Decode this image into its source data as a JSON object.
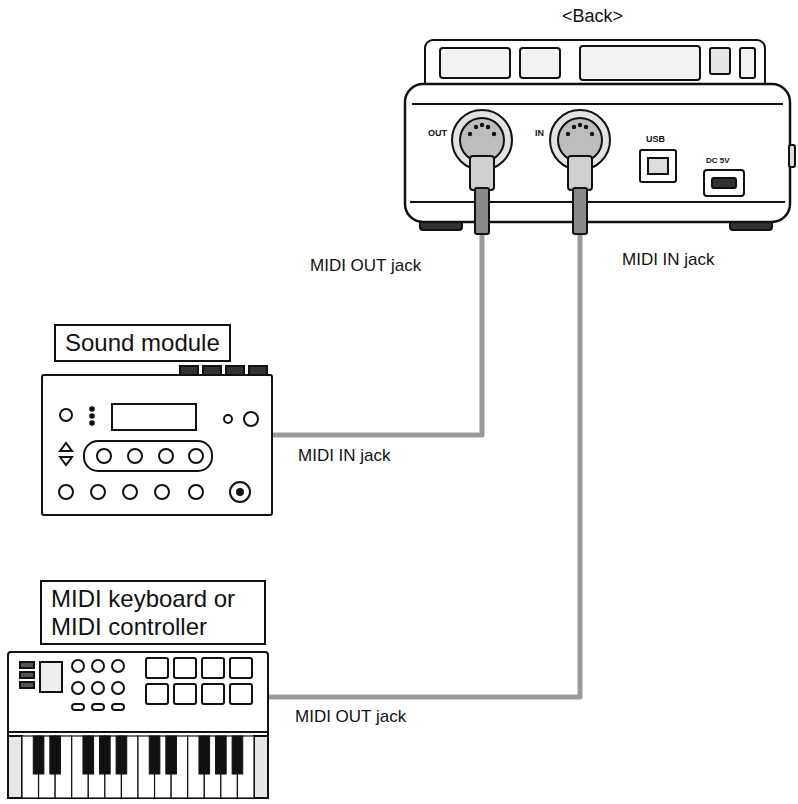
{
  "diagram": {
    "nodes": [
      {
        "text": [
          "<Back>",
          "OUT",
          "IN",
          "USB",
          "DC 5V"
        ]
      },
      {
        "text": [
          "Sound module"
        ]
      },
      {
        "text": [
          "MIDI keyboard or MIDI controller"
        ]
      }
    ],
    "edges": [
      {
        "from": 0,
        "to": 1,
        "arrow": "none"
      },
      {
        "from": 2,
        "to": 0,
        "arrow": "none"
      }
    ],
    "labels": [
      "MIDI OUT jack",
      "MIDI IN jack",
      "MIDI IN jack",
      "MIDI OUT jack"
    ]
  }
}
